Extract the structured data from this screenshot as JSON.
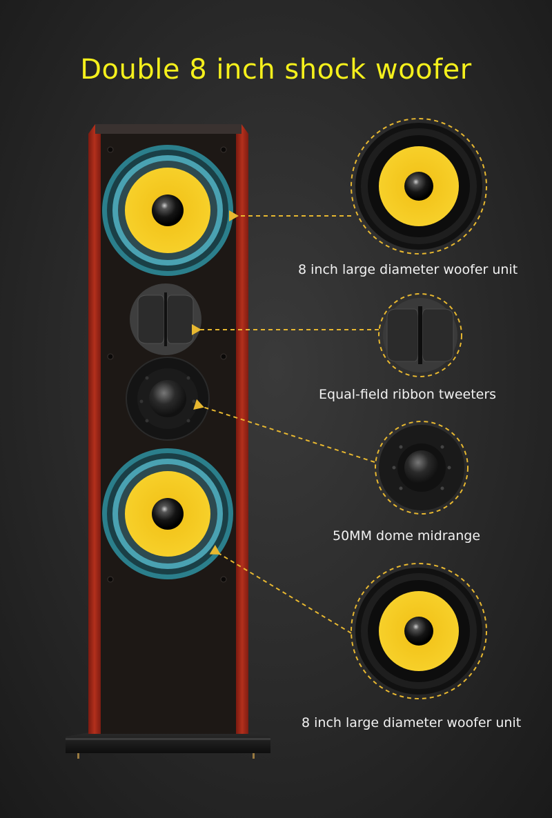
{
  "title": "Double 8 inch shock woofer",
  "callouts": [
    {
      "label": "8 inch large diameter woofer unit",
      "part": "woofer-top"
    },
    {
      "label": "Equal-field ribbon tweeters",
      "part": "ribbon-tweeter"
    },
    {
      "label": "50MM dome midrange",
      "part": "dome-midrange"
    },
    {
      "label": "8 inch large diameter woofer unit",
      "part": "woofer-bottom"
    }
  ],
  "colors": {
    "title": "#f5f01c",
    "cone": "#f4c21a",
    "callout_line": "#e8b830",
    "cabinet_side": "#a8281a",
    "cabinet_front": "#1d1815",
    "surround": "#2f8a9a"
  }
}
